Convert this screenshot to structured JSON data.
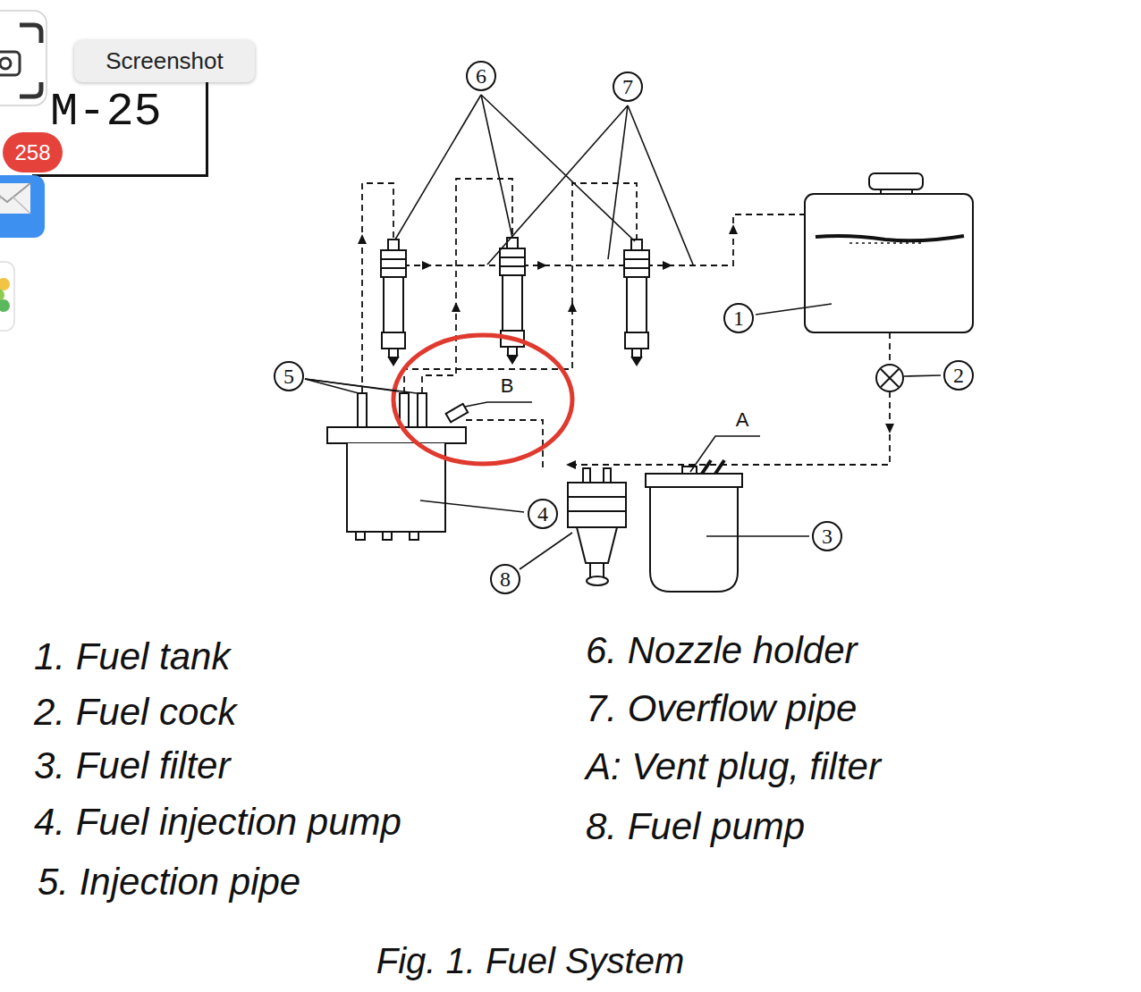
{
  "diagram": {
    "caption": "Fig. 1. Fuel System",
    "nodes": [
      {
        "text": [
          "Screenshot"
        ]
      },
      {
        "text": [
          "M-25"
        ]
      },
      {
        "text": [
          "258"
        ]
      }
    ],
    "labels": [
      "6",
      "7",
      "1",
      "5",
      "2",
      "B",
      "A",
      "4",
      "3",
      "8",
      "1. Fuel tank",
      "6. Nozzle holder",
      "2. Fuel cock",
      "7. Overflow pipe",
      "3. Fuel filter",
      "A: Vent plug, filter",
      "4. Fuel injection pump",
      "8. Fuel pump",
      "5. Injection pipe"
    ]
  }
}
